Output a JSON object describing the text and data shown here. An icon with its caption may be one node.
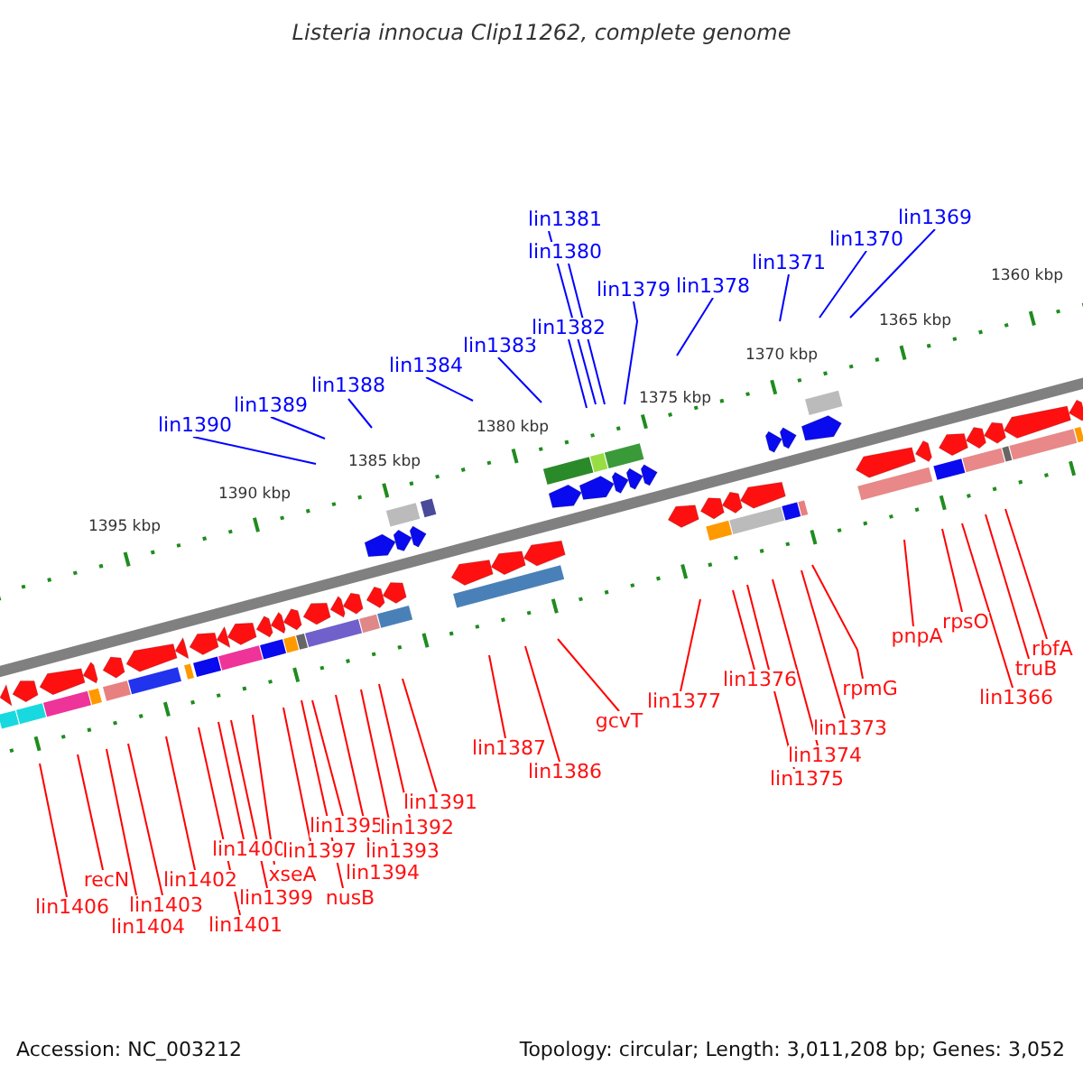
{
  "diagram": {
    "title": "Listeria innocua Clip11262, complete genome",
    "nodes": [
      {
        "text": [
          "lin1390"
        ]
      },
      {
        "text": [
          "lin1389"
        ]
      },
      {
        "text": [
          "lin1388"
        ]
      },
      {
        "text": [
          "lin1384"
        ]
      },
      {
        "text": [
          "lin1383"
        ]
      },
      {
        "text": [
          "lin1382"
        ]
      },
      {
        "text": [
          "lin1381"
        ]
      },
      {
        "text": [
          "lin1380"
        ]
      },
      {
        "text": [
          "lin1379"
        ]
      },
      {
        "text": [
          "lin1378"
        ]
      },
      {
        "text": [
          "lin1371"
        ]
      },
      {
        "text": [
          "lin1370"
        ]
      },
      {
        "text": [
          "lin1369"
        ]
      },
      {
        "text": [
          "lin1406"
        ]
      },
      {
        "text": [
          "recN"
        ]
      },
      {
        "text": [
          "lin1404"
        ]
      },
      {
        "text": [
          "lin1403"
        ]
      },
      {
        "text": [
          "lin1402"
        ]
      },
      {
        "text": [
          "lin1401"
        ]
      },
      {
        "text": [
          "lin1400"
        ]
      },
      {
        "text": [
          "lin1399"
        ]
      },
      {
        "text": [
          "xseA"
        ]
      },
      {
        "text": [
          "lin1397"
        ]
      },
      {
        "text": [
          "nusB"
        ]
      },
      {
        "text": [
          "lin1395"
        ]
      },
      {
        "text": [
          "lin1394"
        ]
      },
      {
        "text": [
          "lin1393"
        ]
      },
      {
        "text": [
          "lin1392"
        ]
      },
      {
        "text": [
          "lin1391"
        ]
      },
      {
        "text": [
          "lin1387"
        ]
      },
      {
        "text": [
          "lin1386"
        ]
      },
      {
        "text": [
          "gcvT"
        ]
      },
      {
        "text": [
          "lin1377"
        ]
      },
      {
        "text": [
          "lin1376"
        ]
      },
      {
        "text": [
          "lin1375"
        ]
      },
      {
        "text": [
          "lin1374"
        ]
      },
      {
        "text": [
          "lin1373"
        ]
      },
      {
        "text": [
          "rpmG"
        ]
      },
      {
        "text": [
          "pnpA"
        ]
      },
      {
        "text": [
          "rpsO"
        ]
      },
      {
        "text": [
          "lin1366"
        ]
      },
      {
        "text": [
          "truB"
        ]
      },
      {
        "text": [
          "rbfA"
        ]
      }
    ],
    "edges": [
      {
        "from": 0,
        "to": null,
        "arrow": "none",
        "color": "#0000ff"
      },
      {
        "from": 1,
        "to": null,
        "arrow": "none",
        "color": "#0000ff"
      },
      {
        "from": 2,
        "to": null,
        "arrow": "none",
        "color": "#0000ff"
      },
      {
        "from": 3,
        "to": null,
        "arrow": "none",
        "color": "#0000ff"
      },
      {
        "from": 4,
        "to": null,
        "arrow": "none",
        "color": "#0000ff"
      },
      {
        "from": 5,
        "to": null,
        "arrow": "none",
        "color": "#0000ff"
      },
      {
        "from": 6,
        "to": null,
        "arrow": "none",
        "color": "#0000ff"
      },
      {
        "from": 7,
        "to": null,
        "arrow": "none",
        "color": "#0000ff"
      },
      {
        "from": 8,
        "to": null,
        "arrow": "none",
        "color": "#0000ff"
      },
      {
        "from": 9,
        "to": null,
        "arrow": "none",
        "color": "#0000ff"
      },
      {
        "from": 10,
        "to": null,
        "arrow": "none",
        "color": "#0000ff"
      },
      {
        "from": 11,
        "to": null,
        "arrow": "none",
        "color": "#0000ff"
      },
      {
        "from": 12,
        "to": null,
        "arrow": "none",
        "color": "#0000ff"
      },
      {
        "from": 13,
        "to": null,
        "arrow": "none"
      },
      {
        "from": 14,
        "to": null,
        "arrow": "none"
      },
      {
        "from": 15,
        "to": null,
        "arrow": "none"
      },
      {
        "from": 16,
        "to": null,
        "arrow": "none"
      },
      {
        "from": 17,
        "to": null,
        "arrow": "none"
      },
      {
        "from": 18,
        "to": null,
        "arrow": "none"
      },
      {
        "from": 19,
        "to": null,
        "arrow": "none"
      },
      {
        "from": 20,
        "to": null,
        "arrow": "none"
      },
      {
        "from": 21,
        "to": null,
        "arrow": "none"
      },
      {
        "from": 22,
        "to": null,
        "arrow": "none"
      },
      {
        "from": 23,
        "to": null,
        "arrow": "none"
      },
      {
        "from": 24,
        "to": null,
        "arrow": "none"
      },
      {
        "from": 25,
        "to": null,
        "arrow": "none"
      },
      {
        "from": 26,
        "to": null,
        "arrow": "none"
      },
      {
        "from": 27,
        "to": null,
        "arrow": "none"
      },
      {
        "from": 28,
        "to": null,
        "arrow": "none"
      },
      {
        "from": 29,
        "to": null,
        "arrow": "none"
      },
      {
        "from": 30,
        "to": null,
        "arrow": "none"
      },
      {
        "from": 31,
        "to": null,
        "arrow": "none"
      },
      {
        "from": 32,
        "to": null,
        "arrow": "none"
      },
      {
        "from": 33,
        "to": null,
        "arrow": "none"
      },
      {
        "from": 34,
        "to": null,
        "arrow": "none"
      },
      {
        "from": 35,
        "to": null,
        "arrow": "none"
      },
      {
        "from": 36,
        "to": null,
        "arrow": "none"
      },
      {
        "from": 37,
        "to": null,
        "arrow": "none"
      },
      {
        "from": 38,
        "to": null,
        "arrow": "none"
      },
      {
        "from": 39,
        "to": null,
        "arrow": "none"
      },
      {
        "from": 40,
        "to": null,
        "arrow": "none"
      },
      {
        "from": 41,
        "to": null,
        "arrow": "none"
      },
      {
        "from": 42,
        "to": null,
        "arrow": "none"
      }
    ],
    "labels": [
      "1360 kbp",
      "1365 kbp",
      "1370 kbp",
      "1375 kbp",
      "1380 kbp",
      "1385 kbp",
      "1390 kbp",
      "1395 kbp",
      "Accession: NC_003212",
      "Topology: circular; Length: 3,011,208 bp; Genes: 3,052"
    ]
  }
}
